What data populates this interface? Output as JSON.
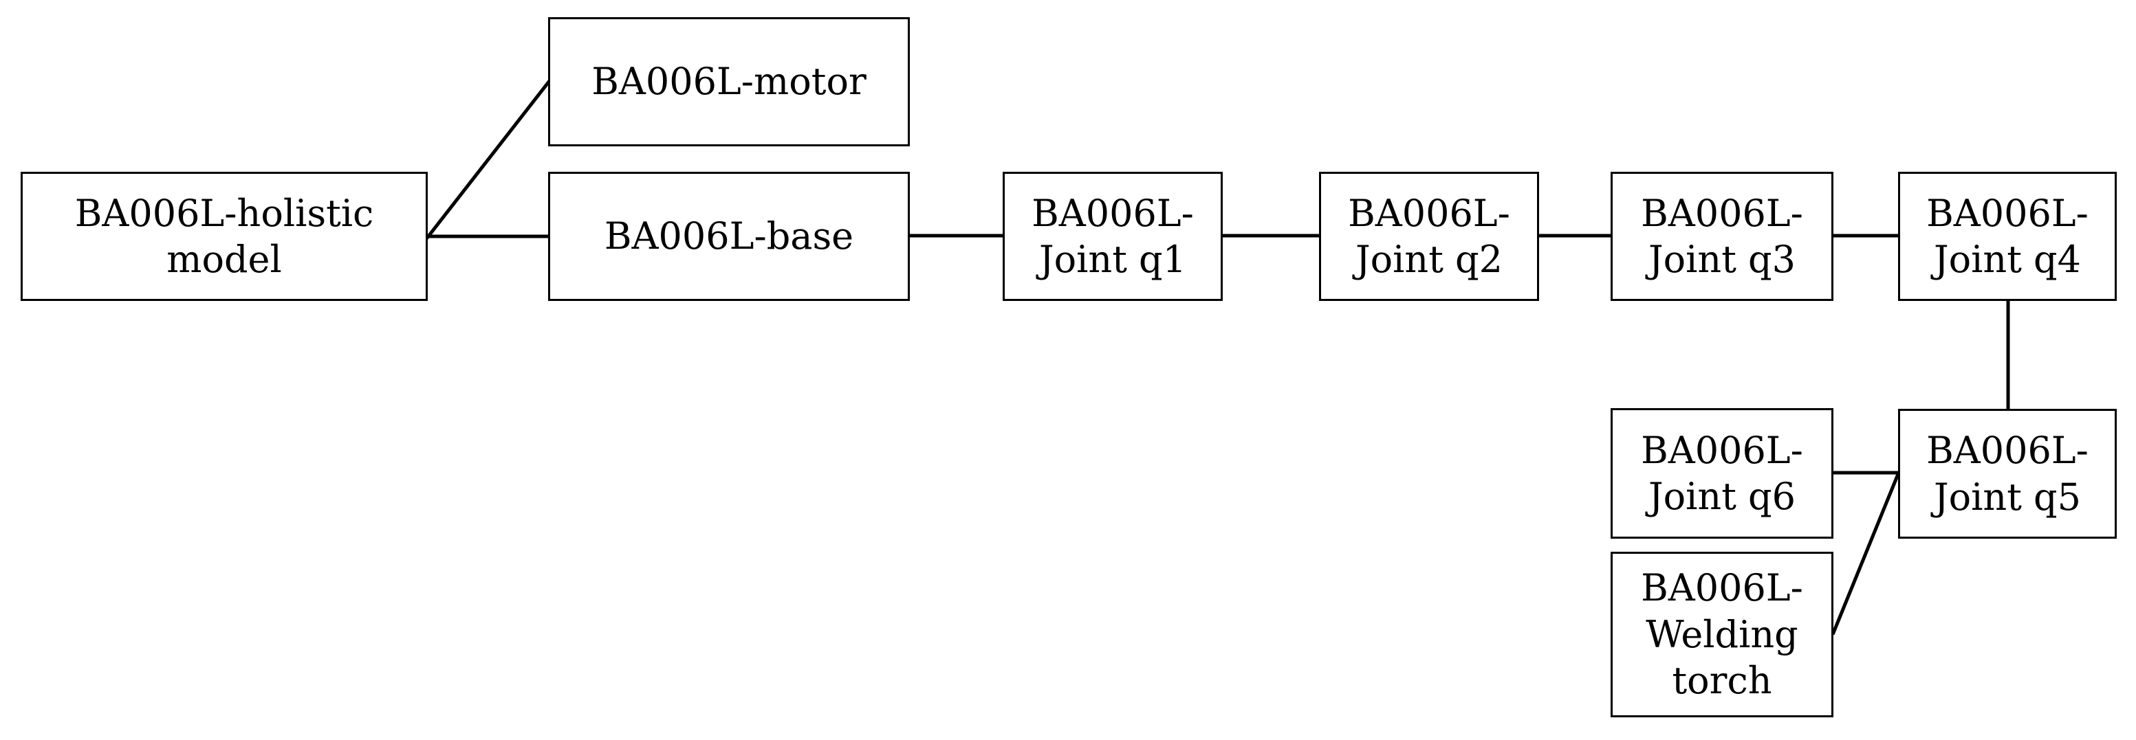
{
  "diagram": {
    "background_color": "#ffffff",
    "line_color": "#000000",
    "nodes": {
      "holistic": {
        "label": "BA006L-holistic\nmodel",
        "full_name": "BA006L-holistic model"
      },
      "motor": {
        "label": "BA006L-motor",
        "full_name": "BA006L-motor"
      },
      "base": {
        "label": "BA006L-base",
        "full_name": "BA006L-base"
      },
      "joint_q1": {
        "label": "BA006L-\nJoint q1",
        "full_name": "BA006L-Joint q1"
      },
      "joint_q2": {
        "label": "BA006L-\nJoint q2",
        "full_name": "BA006L-Joint q2"
      },
      "joint_q3": {
        "label": "BA006L-\nJoint q3",
        "full_name": "BA006L-Joint q3"
      },
      "joint_q4": {
        "label": "BA006L-\nJoint q4",
        "full_name": "BA006L-Joint q4"
      },
      "joint_q5": {
        "label": "BA006L-\nJoint q5",
        "full_name": "BA006L-Joint q5"
      },
      "joint_q6": {
        "label": "BA006L-\nJoint q6",
        "full_name": "BA006L-Joint q6"
      },
      "welding_torch": {
        "label": "BA006L-\nWelding\ntorch",
        "full_name": "BA006L-Welding torch"
      }
    },
    "edges": [
      {
        "from": "holistic",
        "to": "motor"
      },
      {
        "from": "holistic",
        "to": "base"
      },
      {
        "from": "base",
        "to": "joint_q1"
      },
      {
        "from": "joint_q1",
        "to": "joint_q2"
      },
      {
        "from": "joint_q2",
        "to": "joint_q3"
      },
      {
        "from": "joint_q3",
        "to": "joint_q4"
      },
      {
        "from": "joint_q4",
        "to": "joint_q5"
      },
      {
        "from": "joint_q6",
        "to": "joint_q5"
      },
      {
        "from": "welding_torch",
        "to": "joint_q5"
      }
    ]
  }
}
